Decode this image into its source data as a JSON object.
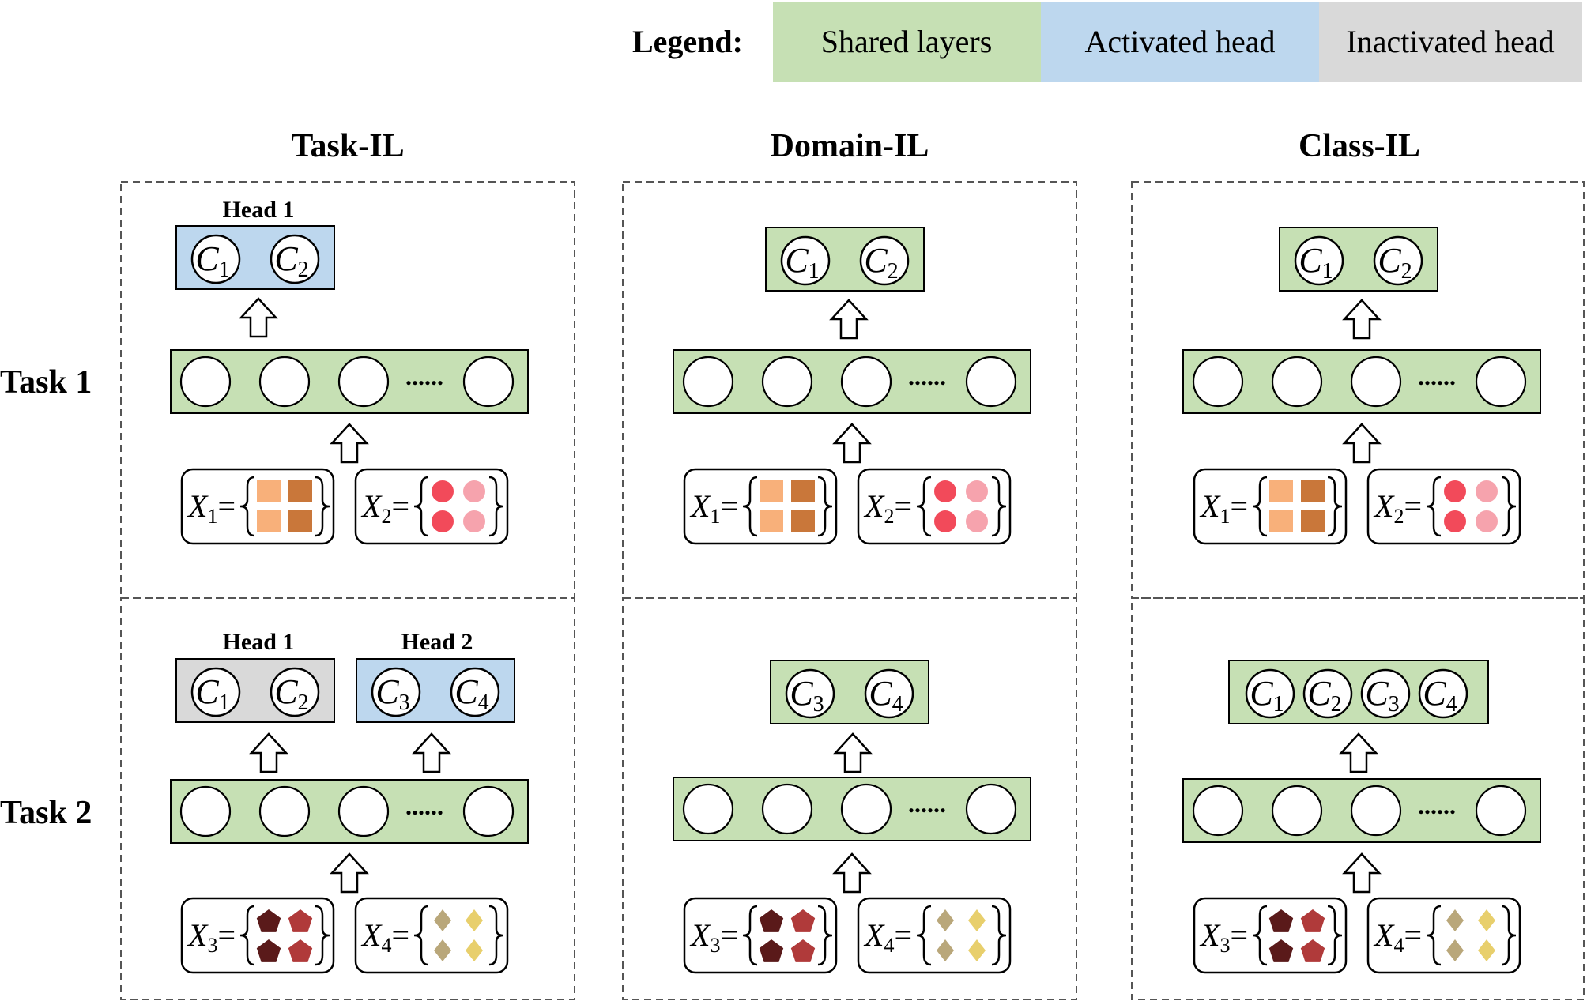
{
  "legend": {
    "title": "Legend:",
    "items": [
      {
        "label": "Shared layers",
        "color": "#c6e0b4"
      },
      {
        "label": "Activated head",
        "color": "#bdd7ee"
      },
      {
        "label": "Inactivated head",
        "color": "#d9d9d9"
      }
    ]
  },
  "columns": [
    "Task-IL",
    "Domain-IL",
    "Class-IL"
  ],
  "rows": [
    "Task 1",
    "Task 2"
  ],
  "head_labels": {
    "head1": "Head 1",
    "head2": "Head 2"
  },
  "ellipsis": "......",
  "class_label": "C",
  "input_label": "X",
  "inputs": {
    "task1": [
      {
        "sub": "1",
        "shape": "square",
        "colors": [
          "#f8b07a",
          "#c9773a"
        ]
      },
      {
        "sub": "2",
        "shape": "circle",
        "colors": [
          "#f24a5a",
          "#f6a3ad"
        ]
      }
    ],
    "task2": [
      {
        "sub": "3",
        "shape": "pentagon",
        "colors": [
          "#5a1a1a",
          "#b03a3a"
        ]
      },
      {
        "sub": "4",
        "shape": "diamond",
        "colors": [
          "#b9a77a",
          "#e8cf6c"
        ]
      }
    ]
  },
  "colors": {
    "shared": "#c6e0b4",
    "active": "#bdd7ee",
    "inactive": "#d9d9d9",
    "stroke": "#000000",
    "dash": "#555555"
  }
}
